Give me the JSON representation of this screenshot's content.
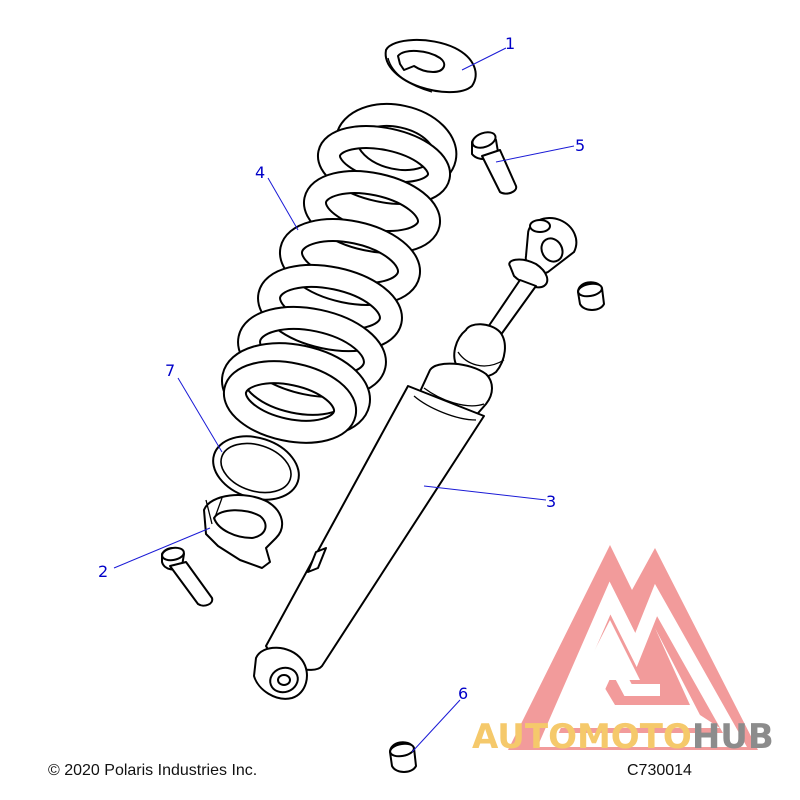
{
  "diagram": {
    "callouts": [
      {
        "id": "1",
        "label": "1",
        "part": "spring-seat-top"
      },
      {
        "id": "2",
        "label": "2",
        "part": "bolt-lower"
      },
      {
        "id": "3",
        "label": "3",
        "part": "shock-absorber"
      },
      {
        "id": "4",
        "label": "4",
        "part": "coil-spring"
      },
      {
        "id": "5",
        "label": "5",
        "part": "bolt-upper"
      },
      {
        "id": "6",
        "label": "6",
        "part": "bushing-lower"
      },
      {
        "id": "7",
        "label": "7",
        "part": "spring-ring"
      }
    ],
    "copyright": "© 2020 Polaris Industries Inc.",
    "figure_code": "C730014",
    "watermark": {
      "text_part1": "AUTOMOTO",
      "text_part2": "HUB",
      "color_part1": "#f5c96b",
      "color_part2": "#8c8c8c",
      "logo_color": "#f08a8a"
    },
    "colors": {
      "callout": "#0000c8",
      "leader": "#1a1ad6",
      "line_art": "#000000"
    }
  }
}
